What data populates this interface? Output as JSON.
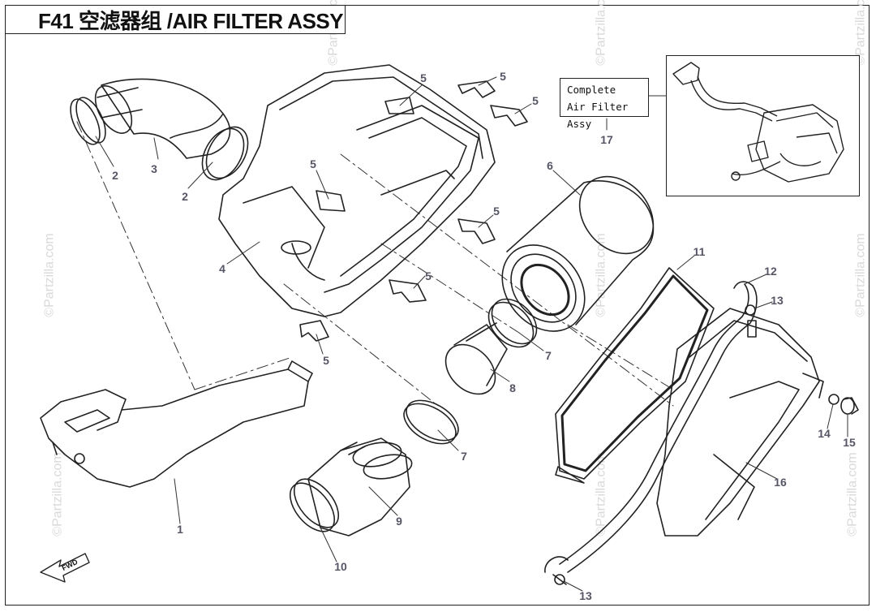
{
  "title": "F41 空滤器组 /AIR FILTER ASSY",
  "assembly_box": {
    "line1": "Complete",
    "line2": "Air Filter Assy",
    "ref": "17"
  },
  "callouts": [
    {
      "id": "c1",
      "label": "1"
    },
    {
      "id": "c2a",
      "label": "2"
    },
    {
      "id": "c2b",
      "label": "2"
    },
    {
      "id": "c3",
      "label": "3"
    },
    {
      "id": "c4",
      "label": "4"
    },
    {
      "id": "c5a",
      "label": "5"
    },
    {
      "id": "c5b",
      "label": "5"
    },
    {
      "id": "c5c",
      "label": "5"
    },
    {
      "id": "c5d",
      "label": "5"
    },
    {
      "id": "c5e",
      "label": "5"
    },
    {
      "id": "c5f",
      "label": "5"
    },
    {
      "id": "c5g",
      "label": "5"
    },
    {
      "id": "c6",
      "label": "6"
    },
    {
      "id": "c7a",
      "label": "7"
    },
    {
      "id": "c7b",
      "label": "7"
    },
    {
      "id": "c8",
      "label": "8"
    },
    {
      "id": "c9",
      "label": "9"
    },
    {
      "id": "c10",
      "label": "10"
    },
    {
      "id": "c11",
      "label": "11"
    },
    {
      "id": "c12",
      "label": "12"
    },
    {
      "id": "c13a",
      "label": "13"
    },
    {
      "id": "c13b",
      "label": "13"
    },
    {
      "id": "c14",
      "label": "14"
    },
    {
      "id": "c15",
      "label": "15"
    },
    {
      "id": "c16",
      "label": "16"
    }
  ],
  "watermark": "©Partzilla.com",
  "fwd_label": "FWD"
}
